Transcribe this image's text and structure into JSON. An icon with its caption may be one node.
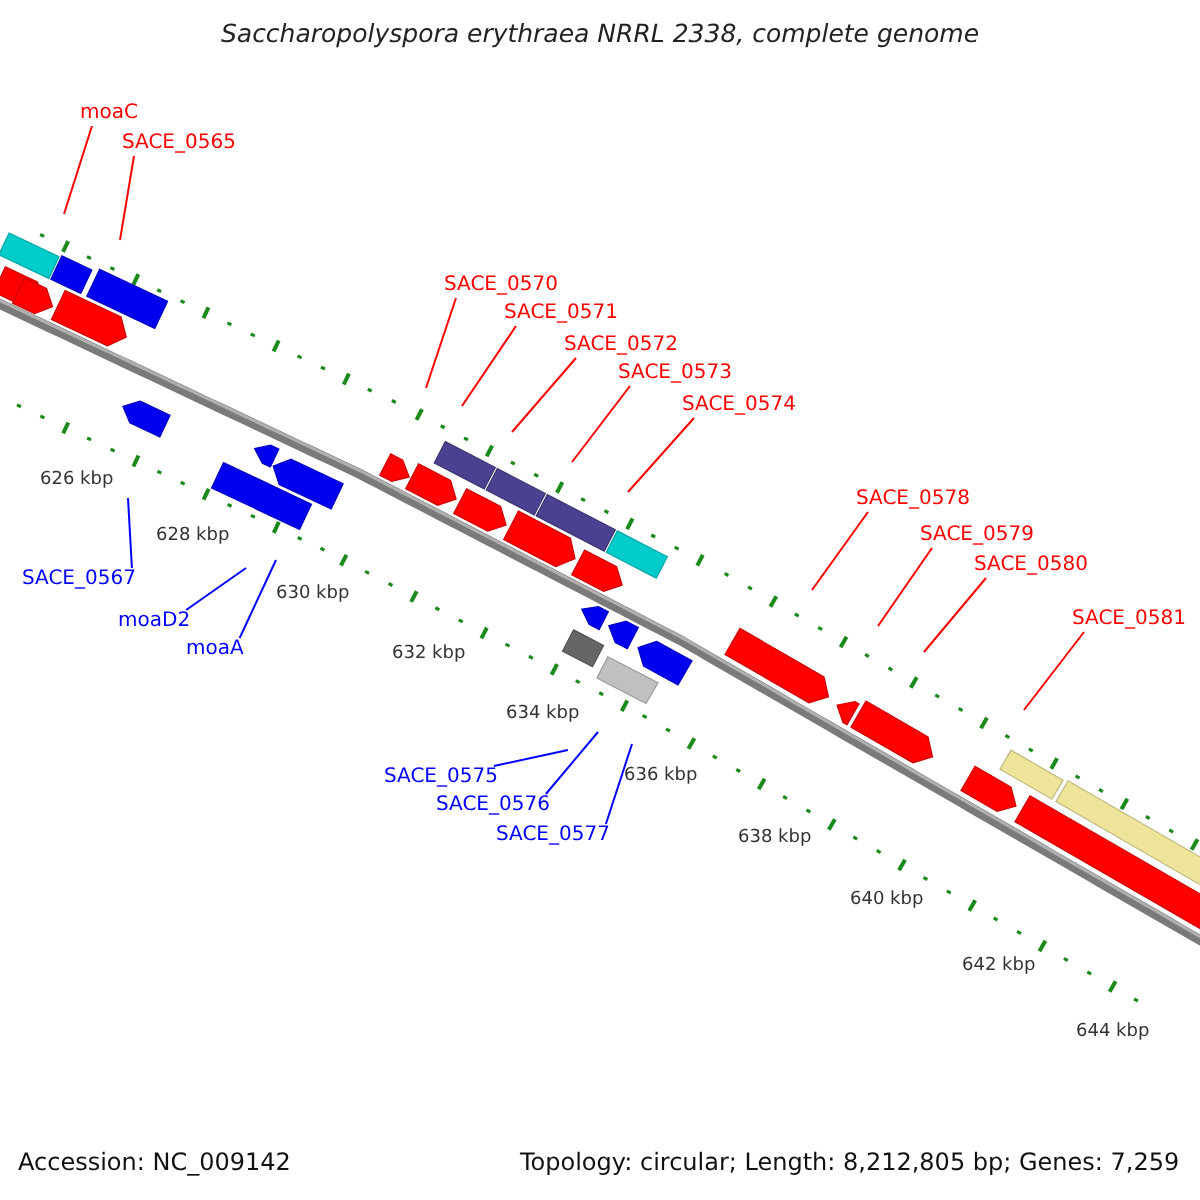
{
  "diagram": {
    "title": "Saccharopolyspora erythraea NRRL 2338, complete genome",
    "nodes": [
      {
        "text": [
          "moaC"
        ]
      },
      {
        "text": [
          "SACE_0565"
        ]
      },
      {
        "text": [
          "SACE_0570"
        ]
      },
      {
        "text": [
          "SACE_0571"
        ]
      },
      {
        "text": [
          "SACE_0572"
        ]
      },
      {
        "text": [
          "SACE_0573"
        ]
      },
      {
        "text": [
          "SACE_0574"
        ]
      },
      {
        "text": [
          "SACE_0578"
        ]
      },
      {
        "text": [
          "SACE_0579"
        ]
      },
      {
        "text": [
          "SACE_0580"
        ]
      },
      {
        "text": [
          "SACE_0581"
        ]
      },
      {
        "text": [
          "SACE_0567"
        ]
      },
      {
        "text": [
          "moaD2"
        ]
      },
      {
        "text": [
          "moaA"
        ]
      },
      {
        "text": [
          "SACE_0575"
        ]
      },
      {
        "text": [
          "SACE_0576"
        ]
      },
      {
        "text": [
          "SACE_0577"
        ]
      }
    ],
    "edges": [
      {
        "from": 0,
        "to": null,
        "arrow": "none"
      },
      {
        "from": 1,
        "to": null,
        "arrow": "none"
      },
      {
        "from": 2,
        "to": null,
        "arrow": "none"
      },
      {
        "from": 3,
        "to": null,
        "arrow": "none"
      },
      {
        "from": 4,
        "to": null,
        "arrow": "none"
      },
      {
        "from": 5,
        "to": null,
        "arrow": "none"
      },
      {
        "from": 6,
        "to": null,
        "arrow": "none"
      },
      {
        "from": 7,
        "to": null,
        "arrow": "none"
      },
      {
        "from": 8,
        "to": null,
        "arrow": "none"
      },
      {
        "from": 9,
        "to": null,
        "arrow": "none"
      },
      {
        "from": 10,
        "to": null,
        "arrow": "none"
      },
      {
        "from": 11,
        "to": null,
        "arrow": "none",
        "color": "#0000ff"
      },
      {
        "from": 12,
        "to": null,
        "arrow": "none",
        "color": "#0000ff"
      },
      {
        "from": 13,
        "to": null,
        "arrow": "none",
        "color": "#0000ff"
      },
      {
        "from": 14,
        "to": null,
        "arrow": "none",
        "color": "#0000ff"
      },
      {
        "from": 15,
        "to": null,
        "arrow": "none",
        "color": "#0000ff"
      },
      {
        "from": 16,
        "to": null,
        "arrow": "none",
        "color": "#0000ff"
      }
    ],
    "labels": [
      "626 kbp",
      "628 kbp",
      "630 kbp",
      "632 kbp",
      "634 kbp",
      "636 kbp",
      "638 kbp",
      "640 kbp",
      "642 kbp",
      "644 kbp",
      "Accession: NC_009142",
      "Topology: circular; Length: 8,212,805 bp; Genes: 7,259"
    ]
  }
}
